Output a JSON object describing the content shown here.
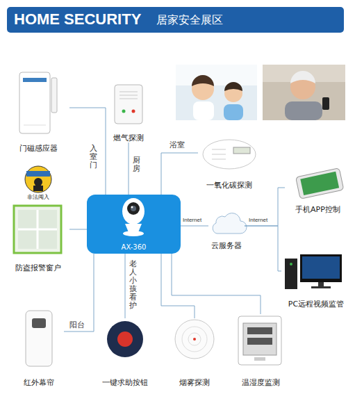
{
  "diagram": {
    "title": "HOME SECURITY",
    "nodes": [
      {
        "text": [
          "门磁感应器"
        ]
      },
      {
        "text": [
          "燃气探测"
        ]
      },
      {
        "text": [
          "一氧化碳探测"
        ]
      },
      {
        "text": [
          "手机APP控制"
        ]
      },
      {
        "text": [
          "防盗报警窗户"
        ]
      },
      {
        "text": [
          "AX-360"
        ]
      },
      {
        "text": [
          "云服务器"
        ]
      },
      {
        "text": [
          "PC远程视频监管"
        ]
      },
      {
        "text": [
          "红外幕帘"
        ]
      },
      {
        "text": [
          "一键求助按钮"
        ]
      },
      {
        "text": [
          "烟雾探测"
        ]
      },
      {
        "text": [
          "温湿度监测"
        ]
      }
    ],
    "edges": [
      {
        "from": 0,
        "to": 5,
        "label": "入室门",
        "arrow": "none"
      },
      {
        "from": 1,
        "to": 5,
        "label": "厨房",
        "arrow": "none"
      },
      {
        "from": 2,
        "to": 5,
        "label": "浴室",
        "arrow": "none"
      },
      {
        "from": 4,
        "to": 5,
        "arrow": "none"
      },
      {
        "from": 5,
        "to": 6,
        "label": "Internet",
        "arrow": "none"
      },
      {
        "from": 6,
        "to": 3,
        "label": "Internet",
        "arrow": "none"
      },
      {
        "from": 6,
        "to": 7,
        "arrow": "none"
      },
      {
        "from": 8,
        "to": 5,
        "label": "阳台",
        "arrow": "none"
      },
      {
        "from": 9,
        "to": 5,
        "label": "老人小孩看护",
        "arrow": "none"
      },
      {
        "from": 10,
        "to": 5,
        "arrow": "none"
      },
      {
        "from": 11,
        "to": 5,
        "arrow": "none"
      }
    ],
    "labels": [
      "居家安全展区",
      "非法闯入"
    ]
  }
}
